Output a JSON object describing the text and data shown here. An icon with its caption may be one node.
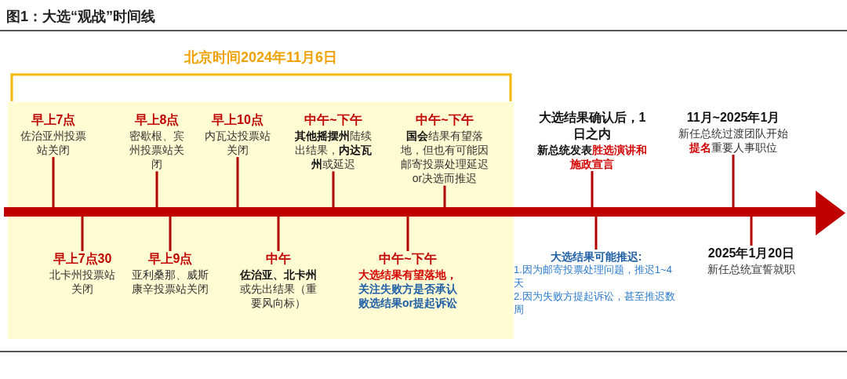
{
  "diagram": {
    "title": "图1：大选“观战”时间线",
    "nodes": [
      {
        "text": [
          "北京时间2024年11月6日"
        ]
      },
      {
        "text": [],
        "shape": "arrow"
      },
      {
        "text": [
          "早上7点",
          "佐治亚州投票站关闭"
        ],
        "in": 0
      },
      {
        "text": [
          "早上7点30",
          "北卡州投票站关闭"
        ],
        "in": 0
      },
      {
        "text": [
          "早上8点",
          "密歇根、宾州投票站关闭"
        ],
        "in": 0
      },
      {
        "text": [
          "早上9点",
          "亚利桑那、威斯康辛投票站关闭"
        ],
        "in": 0
      },
      {
        "text": [
          "早上10点",
          "内瓦达投票站关闭"
        ],
        "in": 0
      },
      {
        "text": [
          "中午",
          "**佐治亚、北卡州**或先出结果（重要风向标）"
        ],
        "in": 0
      },
      {
        "text": [
          "中午~下午",
          "**其他摇摆州**陆续出结果，**内达瓦州**或延迟"
        ],
        "in": 0
      },
      {
        "text": [
          "中午~下午",
          "大选结果有望落地，",
          "关注失败方是否承认败选结果or提起诉讼"
        ],
        "in": 0
      },
      {
        "text": [
          "中午~下午",
          "**国会**结果有望落地，但也有可能因邮寄投票处理延迟or决选而推迟"
        ],
        "in": 0
      },
      {
        "text": [
          "大选结果可能推迟:",
          "1.因为邮寄投票处理问题，推迟1~4天",
          "2.因为失败方提起诉讼，甚至推迟数周"
        ]
      },
      {
        "text": [
          "大选结果确认后，1日之内",
          "新总统发表**胜选演讲和施政宣言**"
        ]
      },
      {
        "text": [
          "11月~2025年1月",
          "新任总统过渡团队开始**提名**重要人事职位"
        ]
      },
      {
        "text": [
          "2025年1月20日",
          "新任总统宣誓就职"
        ]
      }
    ],
    "edges": [
      {
        "from": 2,
        "to": 1,
        "arrow": "none"
      },
      {
        "from": 3,
        "to": 1,
        "arrow": "none"
      },
      {
        "from": 4,
        "to": 1,
        "arrow": "none"
      },
      {
        "from": 5,
        "to": 1,
        "arrow": "none"
      },
      {
        "from": 6,
        "to": 1,
        "arrow": "none"
      },
      {
        "from": 7,
        "to": 1,
        "arrow": "none"
      },
      {
        "from": 8,
        "to": 1,
        "arrow": "none"
      },
      {
        "from": 9,
        "to": 1,
        "arrow": "none"
      },
      {
        "from": 10,
        "to": 1,
        "arrow": "none"
      },
      {
        "from": 11,
        "to": 1,
        "arrow": "none"
      },
      {
        "from": 12,
        "to": 1,
        "arrow": "none"
      },
      {
        "from": 13,
        "to": 1,
        "arrow": "none"
      },
      {
        "from": 14,
        "to": 1,
        "arrow": "none"
      }
    ]
  }
}
